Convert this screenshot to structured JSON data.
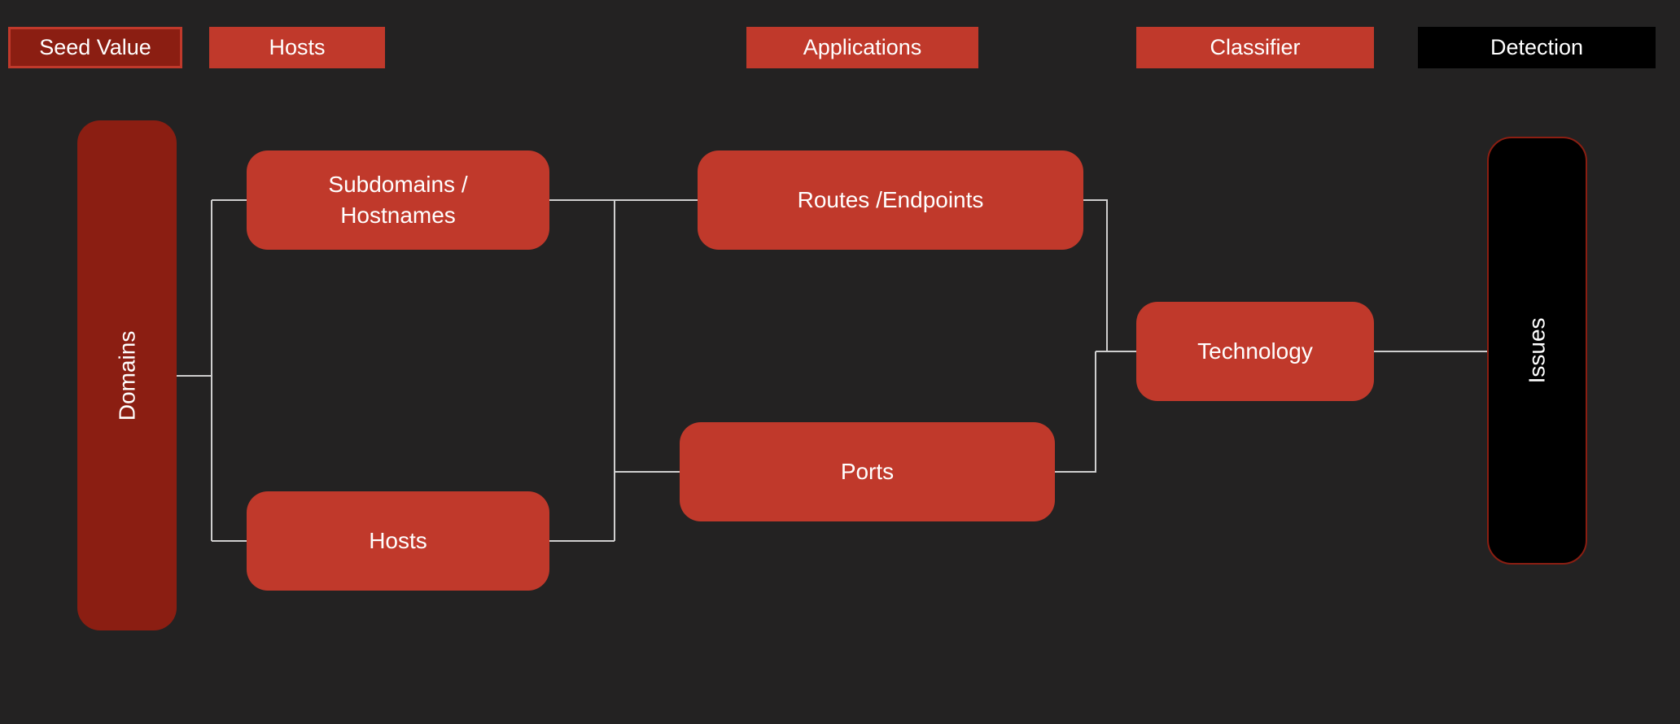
{
  "colors": {
    "bg": "#232222",
    "red": "#c0392b",
    "dark-red": "#8b1e12",
    "black": "#000000",
    "connector": "#cfcfcf",
    "text": "#ffffff"
  },
  "diagram": {
    "stage_headers": [
      {
        "label": "Seed Value",
        "style": "dark-red-outlined"
      },
      {
        "label": "Hosts",
        "style": "red"
      },
      {
        "label": "Applications",
        "style": "red"
      },
      {
        "label": "Classifier",
        "style": "red"
      },
      {
        "label": "Detection",
        "style": "black"
      }
    ],
    "nodes": [
      {
        "id": "domains",
        "label": "Domains",
        "orientation": "vertical",
        "style": "dark-red"
      },
      {
        "id": "subdomains-hostnames",
        "label": "Subdomains /\nHostnames",
        "orientation": "horizontal",
        "style": "red"
      },
      {
        "id": "hosts",
        "label": "Hosts",
        "orientation": "horizontal",
        "style": "red"
      },
      {
        "id": "routes-endpoints",
        "label": "Routes /Endpoints",
        "orientation": "horizontal",
        "style": "red"
      },
      {
        "id": "ports",
        "label": "Ports",
        "orientation": "horizontal",
        "style": "red"
      },
      {
        "id": "technology",
        "label": "Technology",
        "orientation": "horizontal",
        "style": "red"
      },
      {
        "id": "issues",
        "label": "Issues",
        "orientation": "vertical",
        "style": "black-red-border"
      }
    ],
    "edges": [
      [
        "Domains",
        "Subdomains / Hostnames"
      ],
      [
        "Domains",
        "Hosts"
      ],
      [
        "Subdomains / Hostnames",
        "Routes /Endpoints"
      ],
      [
        "Hosts",
        "Ports"
      ],
      [
        "Routes /Endpoints",
        "Technology"
      ],
      [
        "Ports",
        "Technology"
      ],
      [
        "Technology",
        "Issues"
      ]
    ]
  }
}
